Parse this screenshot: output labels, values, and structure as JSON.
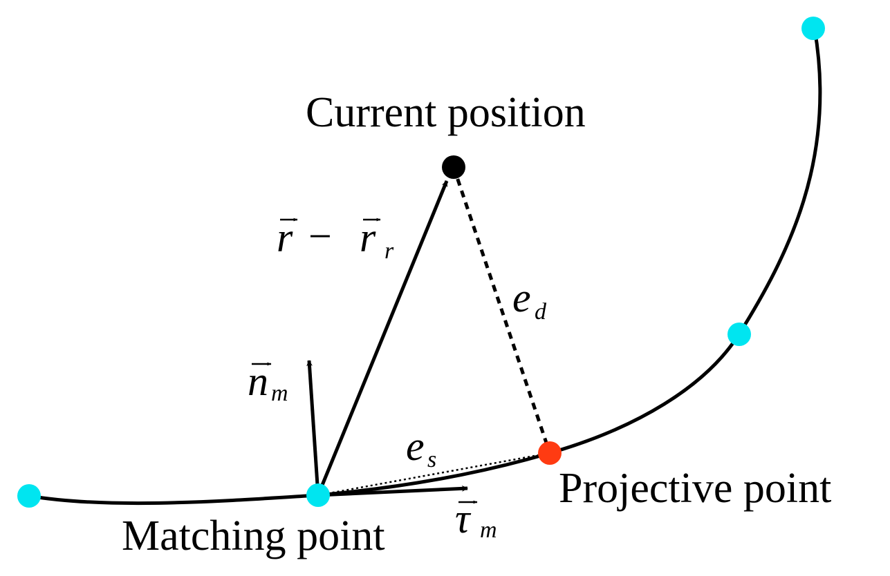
{
  "labels": {
    "current_position": "Current position",
    "projective_point": "Projective point",
    "matching_point": "Matching point"
  },
  "math": {
    "r_vec": "r",
    "minus": "−",
    "r_ref_vec": "r",
    "r_ref_sub": "r",
    "n_vec": "n",
    "n_sub": "m",
    "tau_vec": "τ",
    "tau_sub": "m",
    "e_d": "e",
    "e_d_sub": "d",
    "e_s": "e",
    "e_s_sub": "s"
  },
  "colors": {
    "reference_point": "#00e5f0",
    "projective_point": "#ff3b12",
    "current_position": "#000000",
    "stroke": "#000000"
  }
}
